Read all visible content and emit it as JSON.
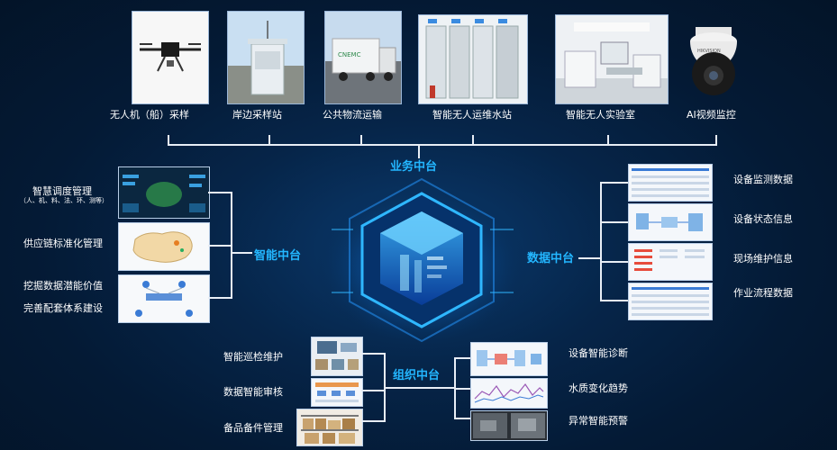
{
  "top_items": [
    {
      "label": "无人机（船）采样",
      "icon": "drone-icon"
    },
    {
      "label": "岸边采样站",
      "icon": "shore-station-icon"
    },
    {
      "label": "公共物流运输",
      "icon": "truck-icon"
    },
    {
      "label": "智能无人运维水站",
      "icon": "water-station-icon"
    },
    {
      "label": "智能无人实验室",
      "icon": "lab-icon"
    },
    {
      "label": "AI视频监控",
      "icon": "camera-icon"
    }
  ],
  "hubs": {
    "business": "业务中台",
    "intelligent": "智能中台",
    "data": "数据中台",
    "organization": "组织中台"
  },
  "left_items": {
    "dispatch": "智慧调度管理",
    "dispatch_sub": "（人、机、料、法、环、测等）",
    "supply": "供应链标准化管理",
    "mining": "挖掘数据潜能价值",
    "system": "完善配套体系建设"
  },
  "right_items": [
    "设备监测数据",
    "设备状态信息",
    "现场维护信息",
    "作业流程数据"
  ],
  "bottom_left_items": [
    "智能巡检维护",
    "数据智能审核",
    "备品备件管理"
  ],
  "bottom_right_items": [
    "设备智能诊断",
    "水质变化趋势",
    "异常智能预警"
  ],
  "colors": {
    "accent": "#23b6ff",
    "background": "#031428",
    "line": "#e8eef6"
  }
}
